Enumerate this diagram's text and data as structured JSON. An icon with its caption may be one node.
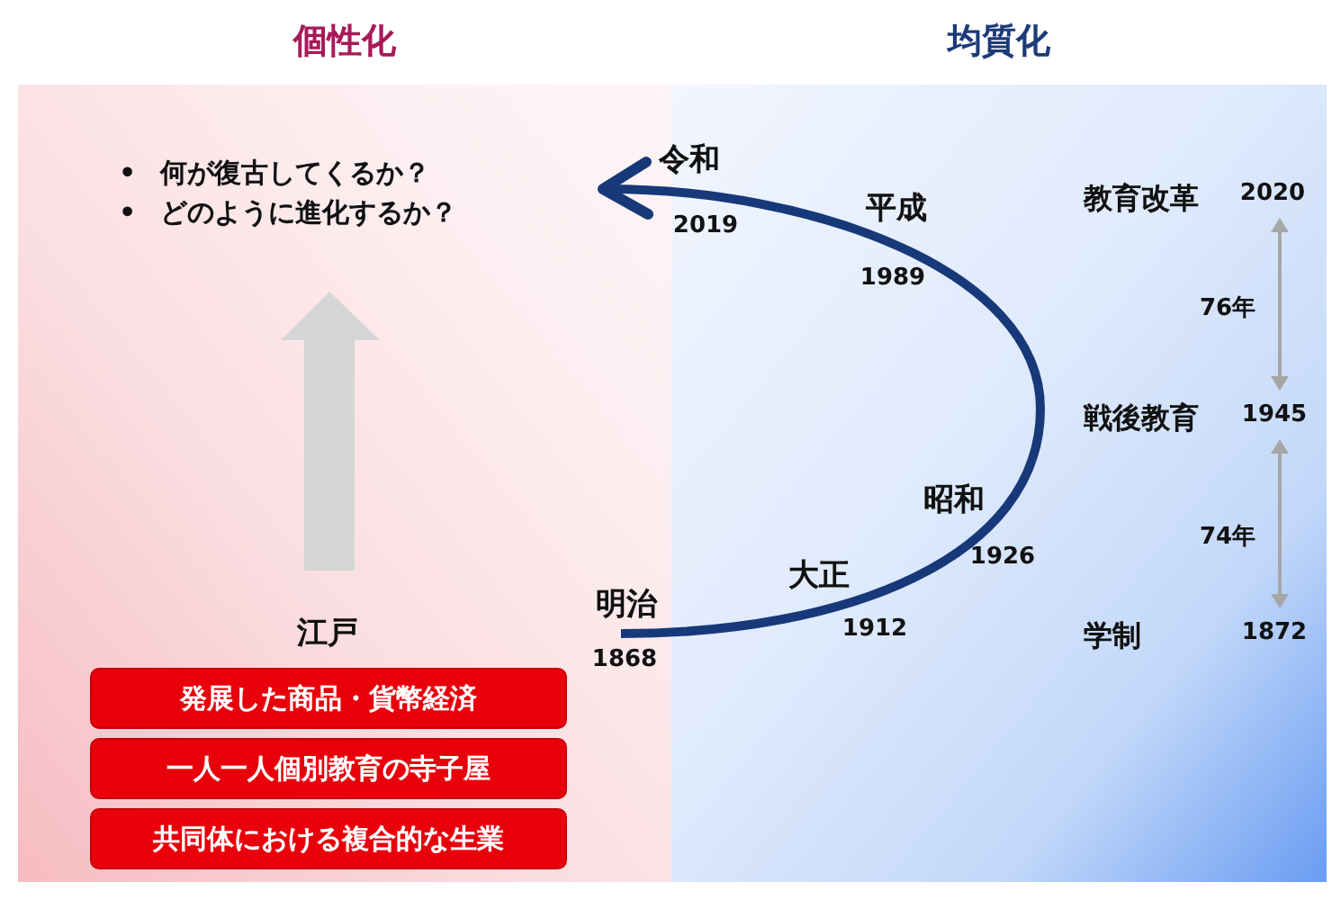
{
  "diagram": {
    "nodes": [
      {
        "text": [
          "個性化"
        ]
      },
      {
        "text": [
          "均質化"
        ]
      },
      {
        "text": [
          "発展した商品・貨幣経済"
        ],
        "in": 0
      },
      {
        "text": [
          "一人一人個別教育の寺子屋"
        ],
        "in": 0
      },
      {
        "text": [
          "共同体における複合的な生業"
        ],
        "in": 0
      }
    ],
    "labels": [
      "• 何が復古してくるか？",
      "• どのように進化するか？",
      "令和",
      "2019",
      "平成",
      "1989",
      "昭和",
      "1926",
      "大正",
      "1912",
      "明治",
      "1868",
      "江戸",
      "教育改革",
      "2020",
      "76年",
      "戦後教育",
      "1945",
      "74年",
      "学制",
      "1872"
    ]
  }
}
